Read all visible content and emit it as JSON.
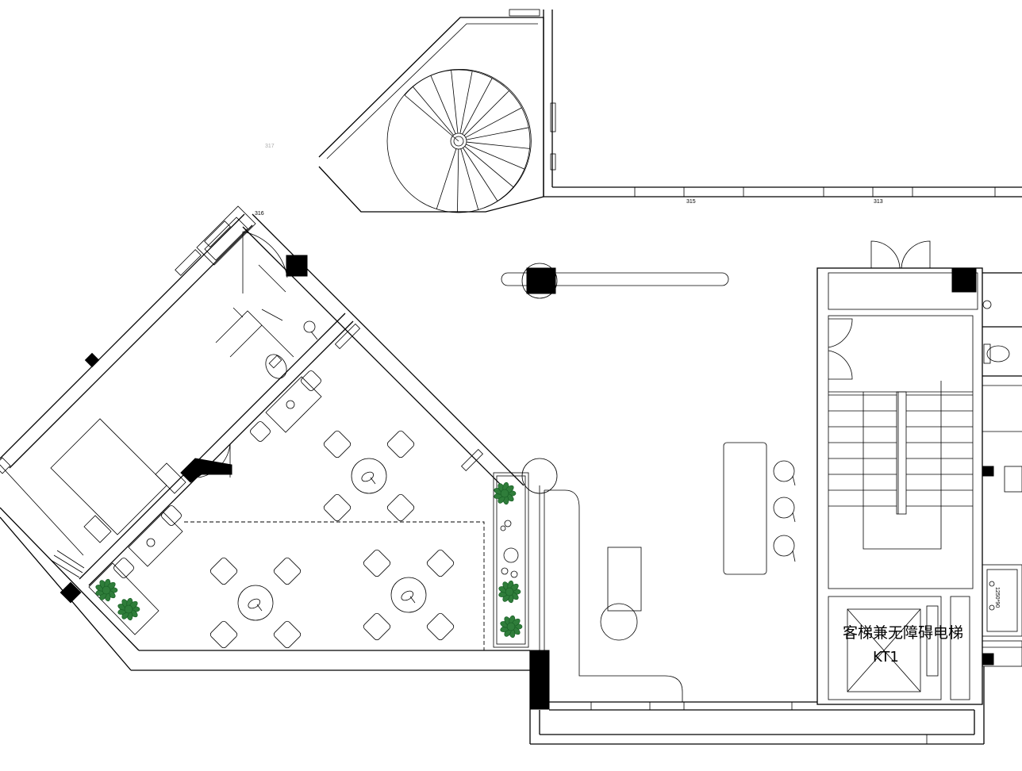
{
  "room_numbers": {
    "r316": "316",
    "r315": "315",
    "r313": "313",
    "r317": "317"
  },
  "elevator": {
    "name": "客梯兼无障碍电梯",
    "code": "KT1"
  },
  "side_label": "1250*90",
  "colors": {
    "line": "#000000",
    "plant": "#2f7d3a",
    "background": "#ffffff"
  }
}
